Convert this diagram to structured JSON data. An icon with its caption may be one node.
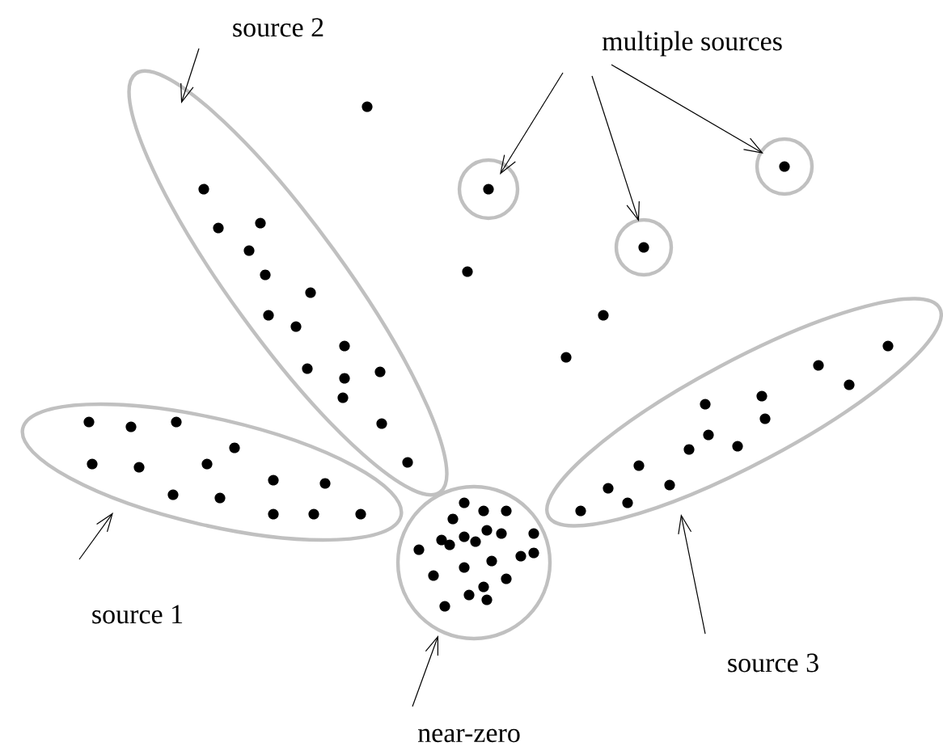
{
  "diagram": {
    "nodes": [
      {
        "text": [
          "source 2"
        ]
      },
      {
        "text": [
          "multiple sources"
        ]
      },
      {
        "text": [
          "source 1"
        ]
      },
      {
        "text": [
          "near-zero"
        ]
      },
      {
        "text": [
          "source 3"
        ]
      },
      {
        "text": [],
        "shape": "ellipse"
      },
      {
        "text": [],
        "shape": "circle"
      },
      {
        "text": [],
        "shape": "circle"
      },
      {
        "text": [],
        "shape": "circle"
      },
      {
        "text": [],
        "shape": "ellipse"
      },
      {
        "text": [],
        "shape": "ellipse"
      },
      {
        "text": [],
        "shape": "circle"
      }
    ],
    "edges": [
      {
        "from": 0,
        "to": 5,
        "arrow": "to"
      },
      {
        "from": 1,
        "to": 6,
        "arrow": "to"
      },
      {
        "from": 1,
        "to": 7,
        "arrow": "to"
      },
      {
        "from": 1,
        "to": 8,
        "arrow": "to"
      },
      {
        "from": 2,
        "to": 9,
        "arrow": "to"
      },
      {
        "from": 3,
        "to": 11,
        "arrow": "to"
      },
      {
        "from": 4,
        "to": 10,
        "arrow": "to"
      }
    ]
  }
}
